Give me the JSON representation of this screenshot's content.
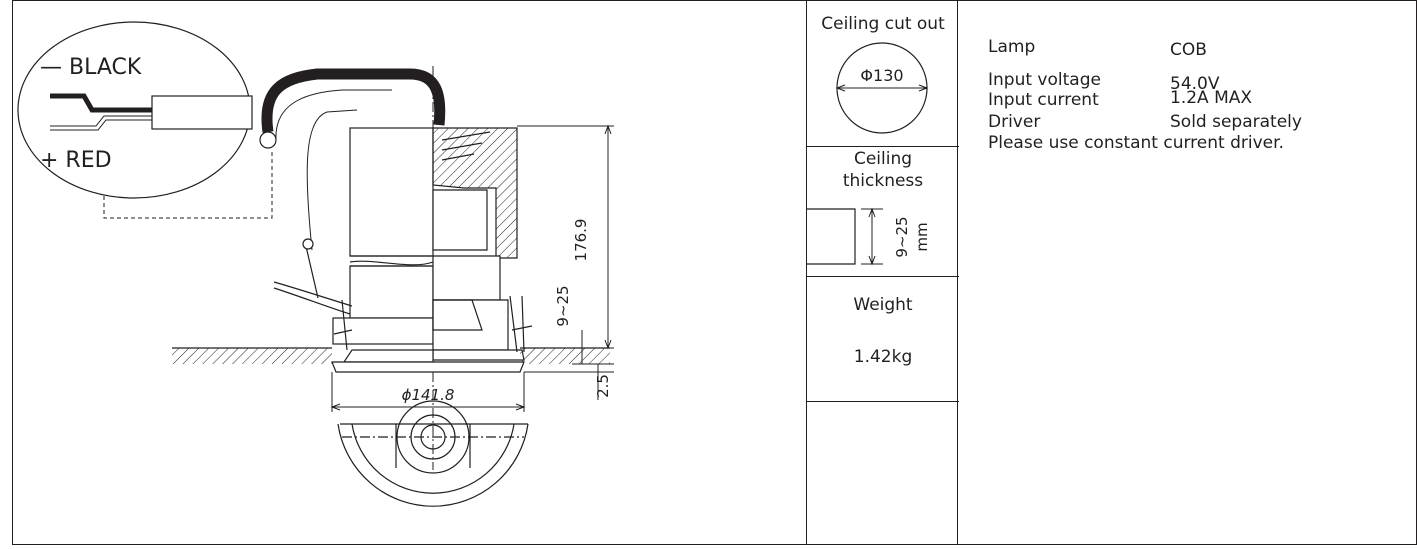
{
  "wiring": {
    "negative_label": "— BLACK",
    "positive_label": "+ RED"
  },
  "dimensions": {
    "height": "176.9",
    "ceiling_range": "9~25",
    "trim": "2.5",
    "diameter": "ϕ141.8"
  },
  "ceiling_cutout": {
    "title": "Ceiling cut out",
    "value": "Φ130"
  },
  "ceiling_thickness": {
    "title_line1": "Ceiling",
    "title_line2": "thickness",
    "value": "9~25",
    "unit": "mm"
  },
  "weight": {
    "title": "Weight",
    "value": "1.42kg"
  },
  "specs": [
    {
      "label": "Lamp",
      "value": "COB"
    },
    {
      "label": "Input voltage",
      "value": "54.0V"
    },
    {
      "label": "Input current",
      "value": "1.2A MAX"
    },
    {
      "label": "Driver",
      "value": "Sold separately"
    }
  ],
  "note": "Please use constant current driver.",
  "colors": {
    "line": "#231f20"
  }
}
